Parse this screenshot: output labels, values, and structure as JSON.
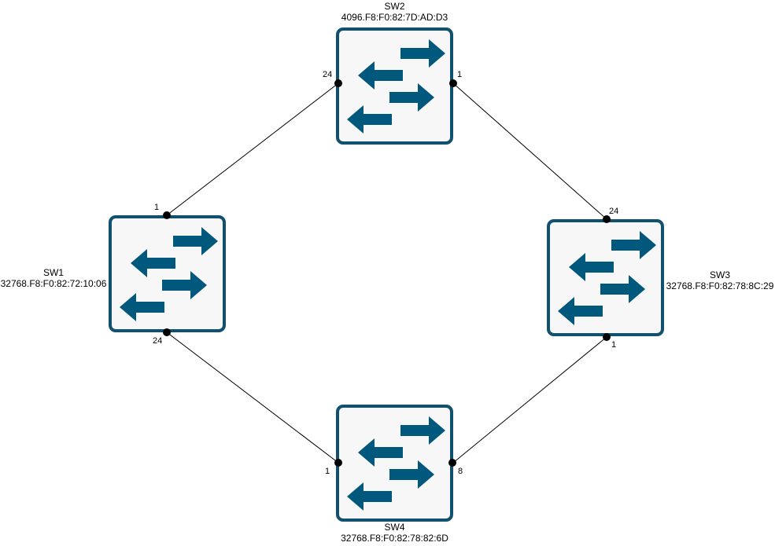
{
  "switches": {
    "sw1": {
      "name": "SW1",
      "bridge_id": "32768.F8:F0:82:72:10:06"
    },
    "sw2": {
      "name": "SW2",
      "bridge_id": "4096.F8:F0:82:7D:AD:D3"
    },
    "sw3": {
      "name": "SW3",
      "bridge_id": "32768.F8:F0:82:78:8C:29"
    },
    "sw4": {
      "name": "SW4",
      "bridge_id": "32768.F8:F0:82:78:82:6D"
    }
  },
  "ports": {
    "sw1_top": "1",
    "sw1_bottom": "24",
    "sw2_left": "24",
    "sw2_right": "1",
    "sw3_top": "24",
    "sw3_bottom": "1",
    "sw4_left": "1",
    "sw4_right": "8"
  },
  "links": [
    {
      "from": "SW1",
      "from_port": "1",
      "to": "SW2",
      "to_port": "24"
    },
    {
      "from": "SW2",
      "from_port": "1",
      "to": "SW3",
      "to_port": "24"
    },
    {
      "from": "SW3",
      "from_port": "1",
      "to": "SW4",
      "to_port": "8"
    },
    {
      "from": "SW4",
      "from_port": "1",
      "to": "SW1",
      "to_port": "24"
    }
  ],
  "colors": {
    "switch_border": "#10516f",
    "switch_fill": "#f7f7f7",
    "arrow": "#00587c",
    "link": "#000000"
  },
  "icons": {
    "switch": "layer2-switch-icon"
  }
}
